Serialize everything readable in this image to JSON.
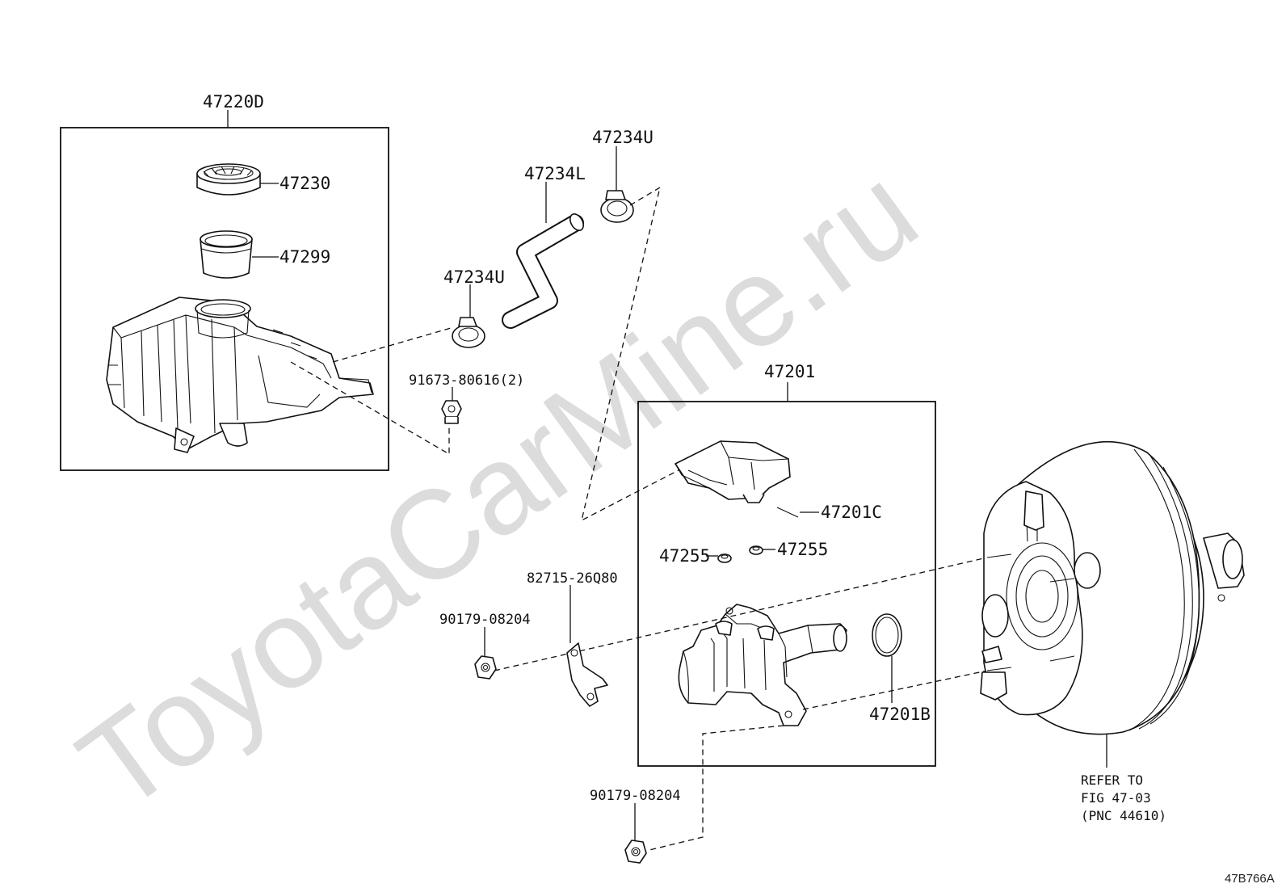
{
  "watermark": "ToyotaCarMine.ru",
  "figure_code": "47B766A",
  "labels": {
    "reservoir_assy": "47220D",
    "reservoir_cap": "47230",
    "reservoir_filter": "47299",
    "hose": "47234L",
    "clip_upper": "47234U",
    "clip_lower": "47234U",
    "nut_reservoir": "91673-80616(2)",
    "master_cylinder_assy": "47201",
    "reservoir_grommet_pin": "47201C",
    "grommet_left": "47255",
    "grommet_right": "47255",
    "bracket": "82715-26Q80",
    "nut_upper": "90179-08204",
    "nut_lower": "90179-08204",
    "o_ring": "47201B"
  },
  "refer_note": {
    "line1": "REFER TO",
    "line2": "FIG 47-03",
    "line3": "(PNC 44610)"
  },
  "colors": {
    "ink": "#111111",
    "watermark": "#dcdcdc",
    "background": "#ffffff"
  }
}
